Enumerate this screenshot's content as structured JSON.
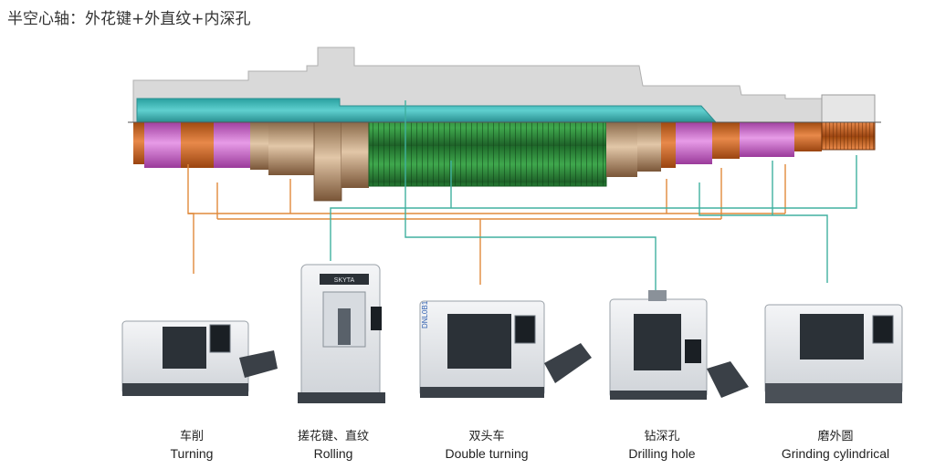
{
  "title": "半空心轴：外花键+外直纹+内深孔",
  "processes": [
    {
      "zh": "车削",
      "en": "Turning"
    },
    {
      "zh": "搓花键、直纹",
      "en": "Rolling"
    },
    {
      "zh": "双头车",
      "en": "Double turning"
    },
    {
      "zh": "钻深孔",
      "en": "Drilling hole"
    },
    {
      "zh": "磨外圆",
      "en": "Grinding cylindrical"
    }
  ],
  "machine_labels": {
    "rolling": "SKYTA",
    "double_turning": "DNL0B1"
  },
  "colors": {
    "shaft_body": "#c8a98a",
    "shaft_gray": "#d9d9d9",
    "bore": "#3cb4b4",
    "grind": "#d070d0",
    "spline": "#2e8b3e",
    "turning_line": "#e08a3c",
    "teal_line": "#40b0a0"
  }
}
